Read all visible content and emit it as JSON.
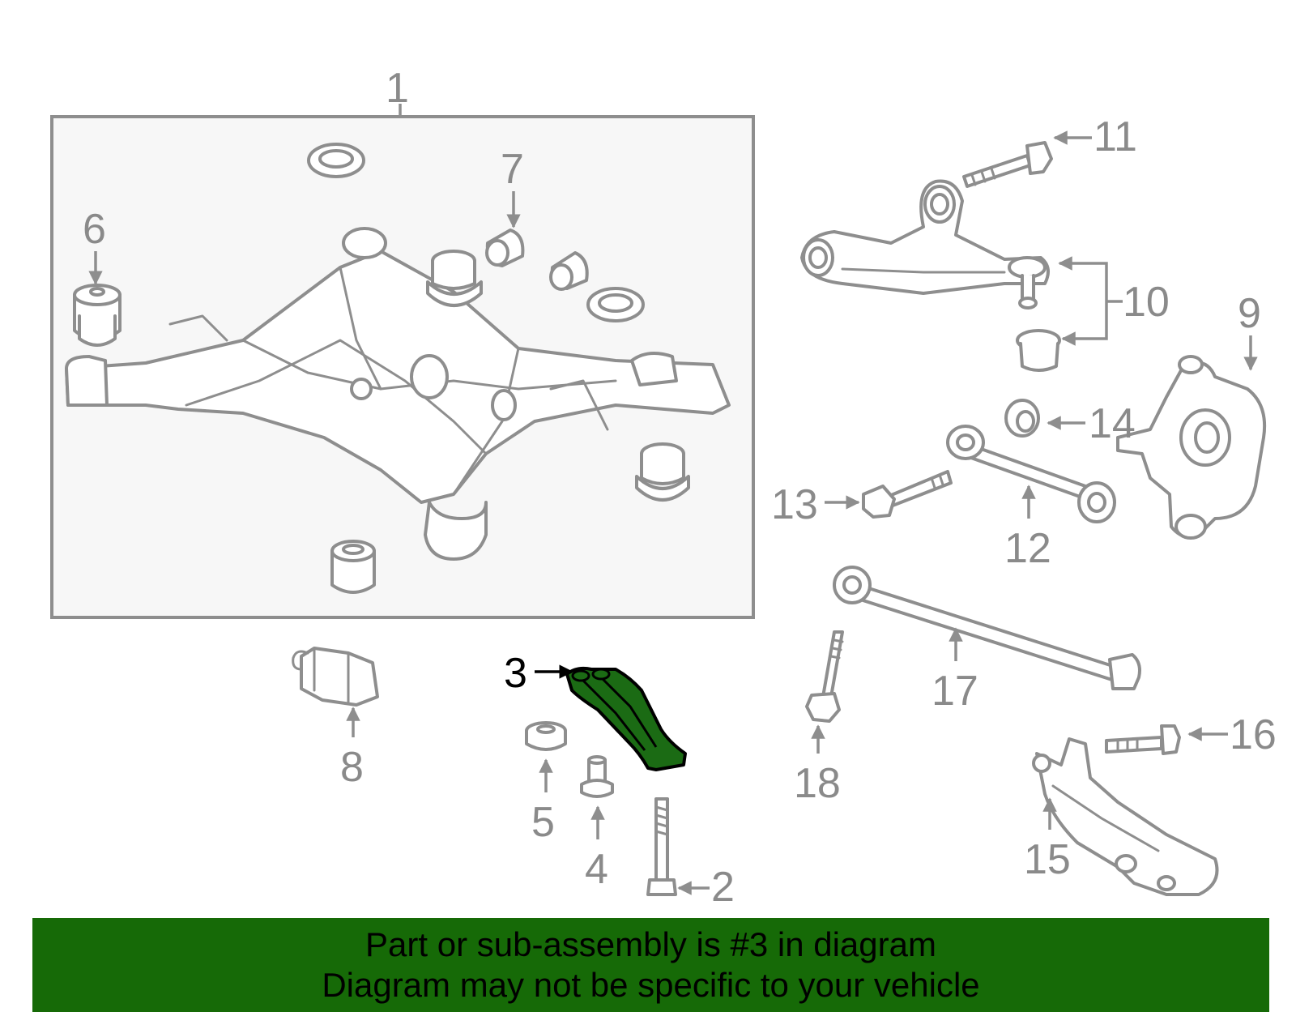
{
  "callouts": [
    {
      "id": "1",
      "text": "1"
    },
    {
      "id": "2",
      "text": "2"
    },
    {
      "id": "3",
      "text": "3"
    },
    {
      "id": "4",
      "text": "4"
    },
    {
      "id": "5",
      "text": "5"
    },
    {
      "id": "6",
      "text": "6"
    },
    {
      "id": "7",
      "text": "7"
    },
    {
      "id": "8",
      "text": "8"
    },
    {
      "id": "9",
      "text": "9"
    },
    {
      "id": "10",
      "text": "10"
    },
    {
      "id": "11",
      "text": "11"
    },
    {
      "id": "12",
      "text": "12"
    },
    {
      "id": "13",
      "text": "13"
    },
    {
      "id": "14",
      "text": "14"
    },
    {
      "id": "15",
      "text": "15"
    },
    {
      "id": "16",
      "text": "16"
    },
    {
      "id": "17",
      "text": "17"
    },
    {
      "id": "18",
      "text": "18"
    }
  ],
  "highlighted_part": "3",
  "colors": {
    "highlight_fill": "#1b6b14",
    "banner_background": "#166a07",
    "line_art": "#8e8e8e",
    "frame_fill": "#f7f7f7"
  },
  "banner": {
    "line1": "Part or sub-assembly is #3 in diagram",
    "line2": "Diagram may not be specific to your vehicle"
  }
}
